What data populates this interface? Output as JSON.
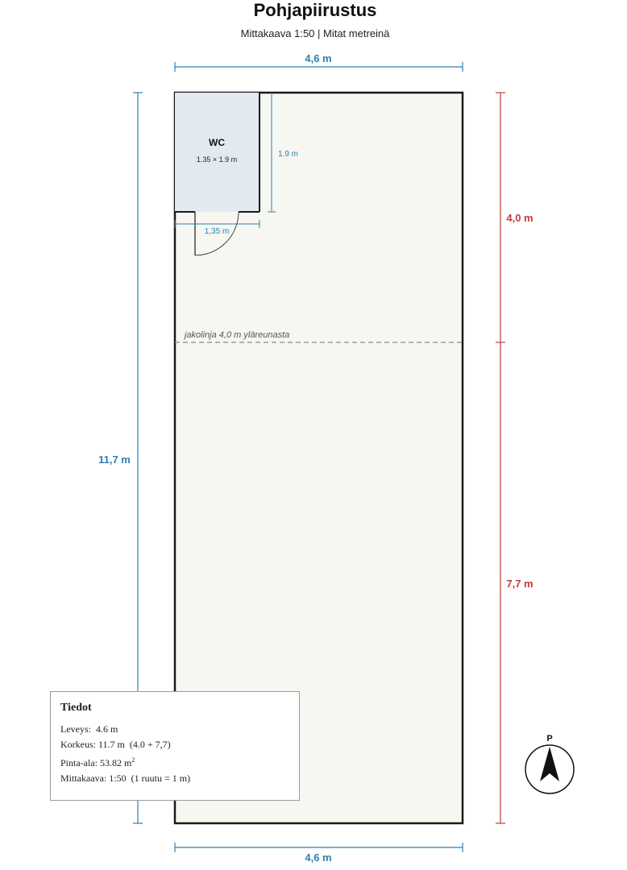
{
  "header": {
    "title": "Pohjapiirustus",
    "subtitle": "Mittakaava 1:50  |  Mitat metreinä"
  },
  "dimensions": {
    "top_width": "4,6 m",
    "bottom_width": "4,6 m",
    "left_height": "11,7 m",
    "right_upper": "4,0 m",
    "right_lower": "7,7 m",
    "wc_height": "1.9 m",
    "wc_width": "1,35 m"
  },
  "wc": {
    "label": "WC",
    "size": "1.35 × 1.9 m"
  },
  "division_line": {
    "label": "jakolinja 4,0 m yläreunasta"
  },
  "info": {
    "title": "Tiedot",
    "width_line": "Leveys:  4.6 m",
    "height_line": "Korkeus: 11.7 m  (4.0 + 7,7)",
    "area_prefix": "Pinta-ala: 53.82 m",
    "area_exp": "2",
    "scale_line": "Mittakaava: 1:50  (1 ruutu = 1 m)"
  },
  "compass": {
    "label": "P"
  },
  "colors": {
    "blue_dim": "#2f7fb0",
    "red_dim": "#c43b3b",
    "floor": "#f6f7f0",
    "wc_fill": "#e3e9f0",
    "wall": "#1a1a1a"
  }
}
